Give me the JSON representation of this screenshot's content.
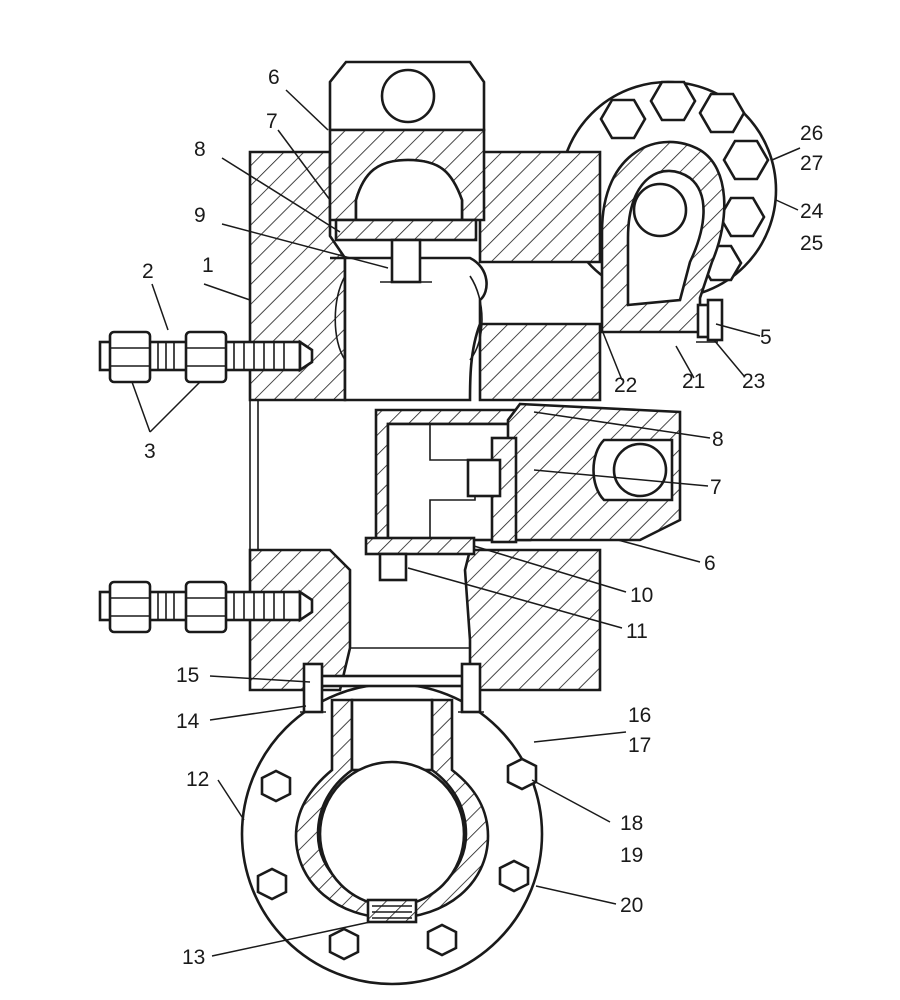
{
  "colors": {
    "ink": "#1a1a1a",
    "paper": "#ffffff"
  },
  "callouts": {
    "c1": "1",
    "c2": "2",
    "c3": "3",
    "c5": "5",
    "c6_top": "6",
    "c7_top": "7",
    "c8_top": "8",
    "c9": "9",
    "c8_side": "8",
    "c7_side": "7",
    "c6_side": "6",
    "c10": "10",
    "c11": "11",
    "c12": "12",
    "c13": "13",
    "c14": "14",
    "c15": "15",
    "c16": "16",
    "c17": "17",
    "c18": "18",
    "c19": "19",
    "c20": "20",
    "c21": "21",
    "c22": "22",
    "c23": "23",
    "c24": "24",
    "c25": "25",
    "c26": "26",
    "c27": "27"
  }
}
